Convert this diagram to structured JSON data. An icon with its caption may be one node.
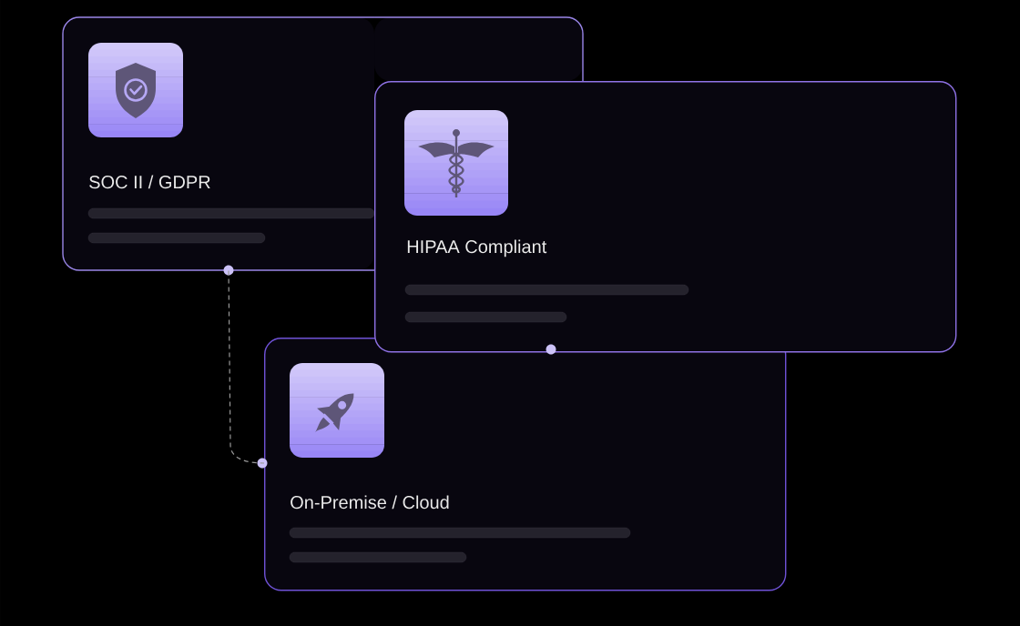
{
  "diagram": {
    "nodes": [
      {
        "text": [
          "SOC II / GDPR"
        ]
      },
      {
        "text": [
          "HIPAA Compliant"
        ]
      },
      {
        "text": [
          "On-Premise / Cloud"
        ]
      }
    ],
    "edges": [
      {
        "from": 0,
        "to": 2,
        "arrow": "none",
        "style": "dashed"
      }
    ]
  }
}
